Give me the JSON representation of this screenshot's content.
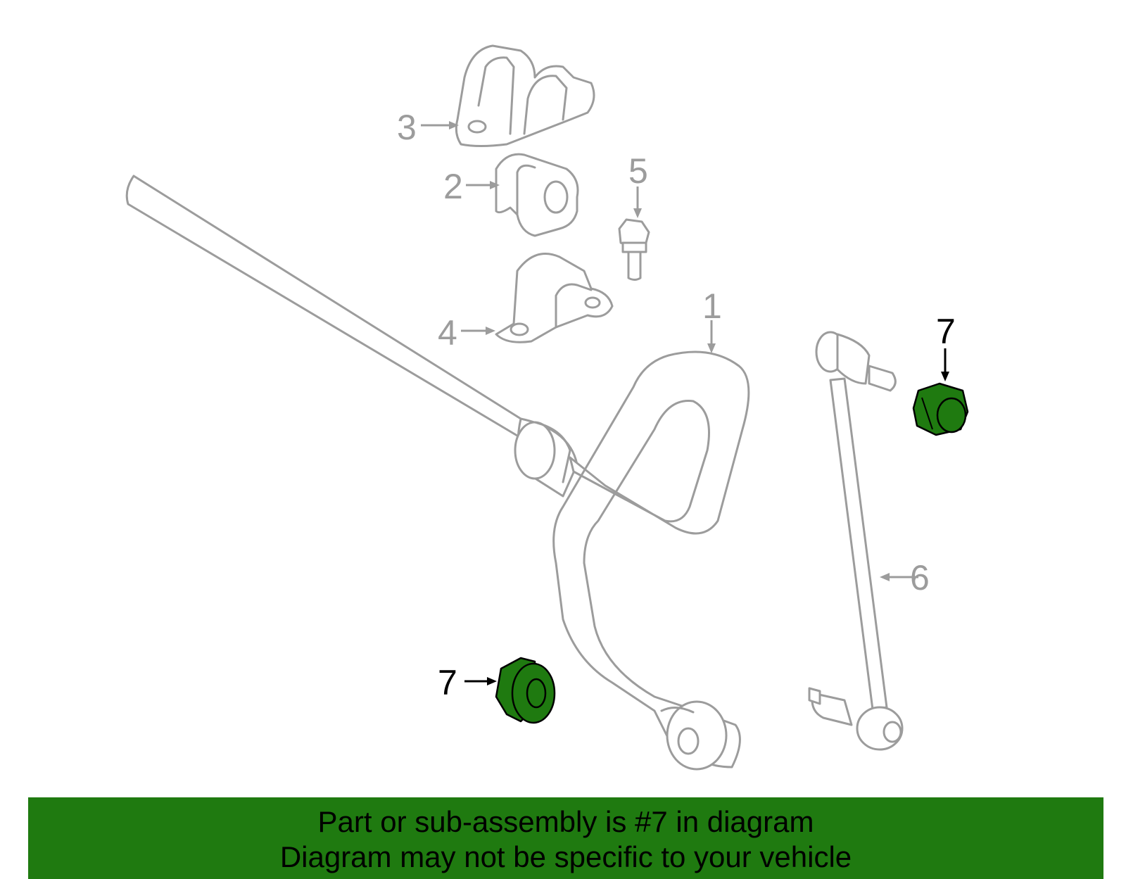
{
  "callouts": {
    "c1": "1",
    "c2": "2",
    "c3": "3",
    "c4": "4",
    "c5": "5",
    "c6": "6",
    "c7a": "7",
    "c7b": "7"
  },
  "banner": {
    "line1": "Part or sub-assembly is #7 in diagram",
    "line2": "Diagram may not be specific to your vehicle"
  },
  "colors": {
    "highlight": "#1f7a10",
    "part_outline": "#9c9c9c"
  }
}
